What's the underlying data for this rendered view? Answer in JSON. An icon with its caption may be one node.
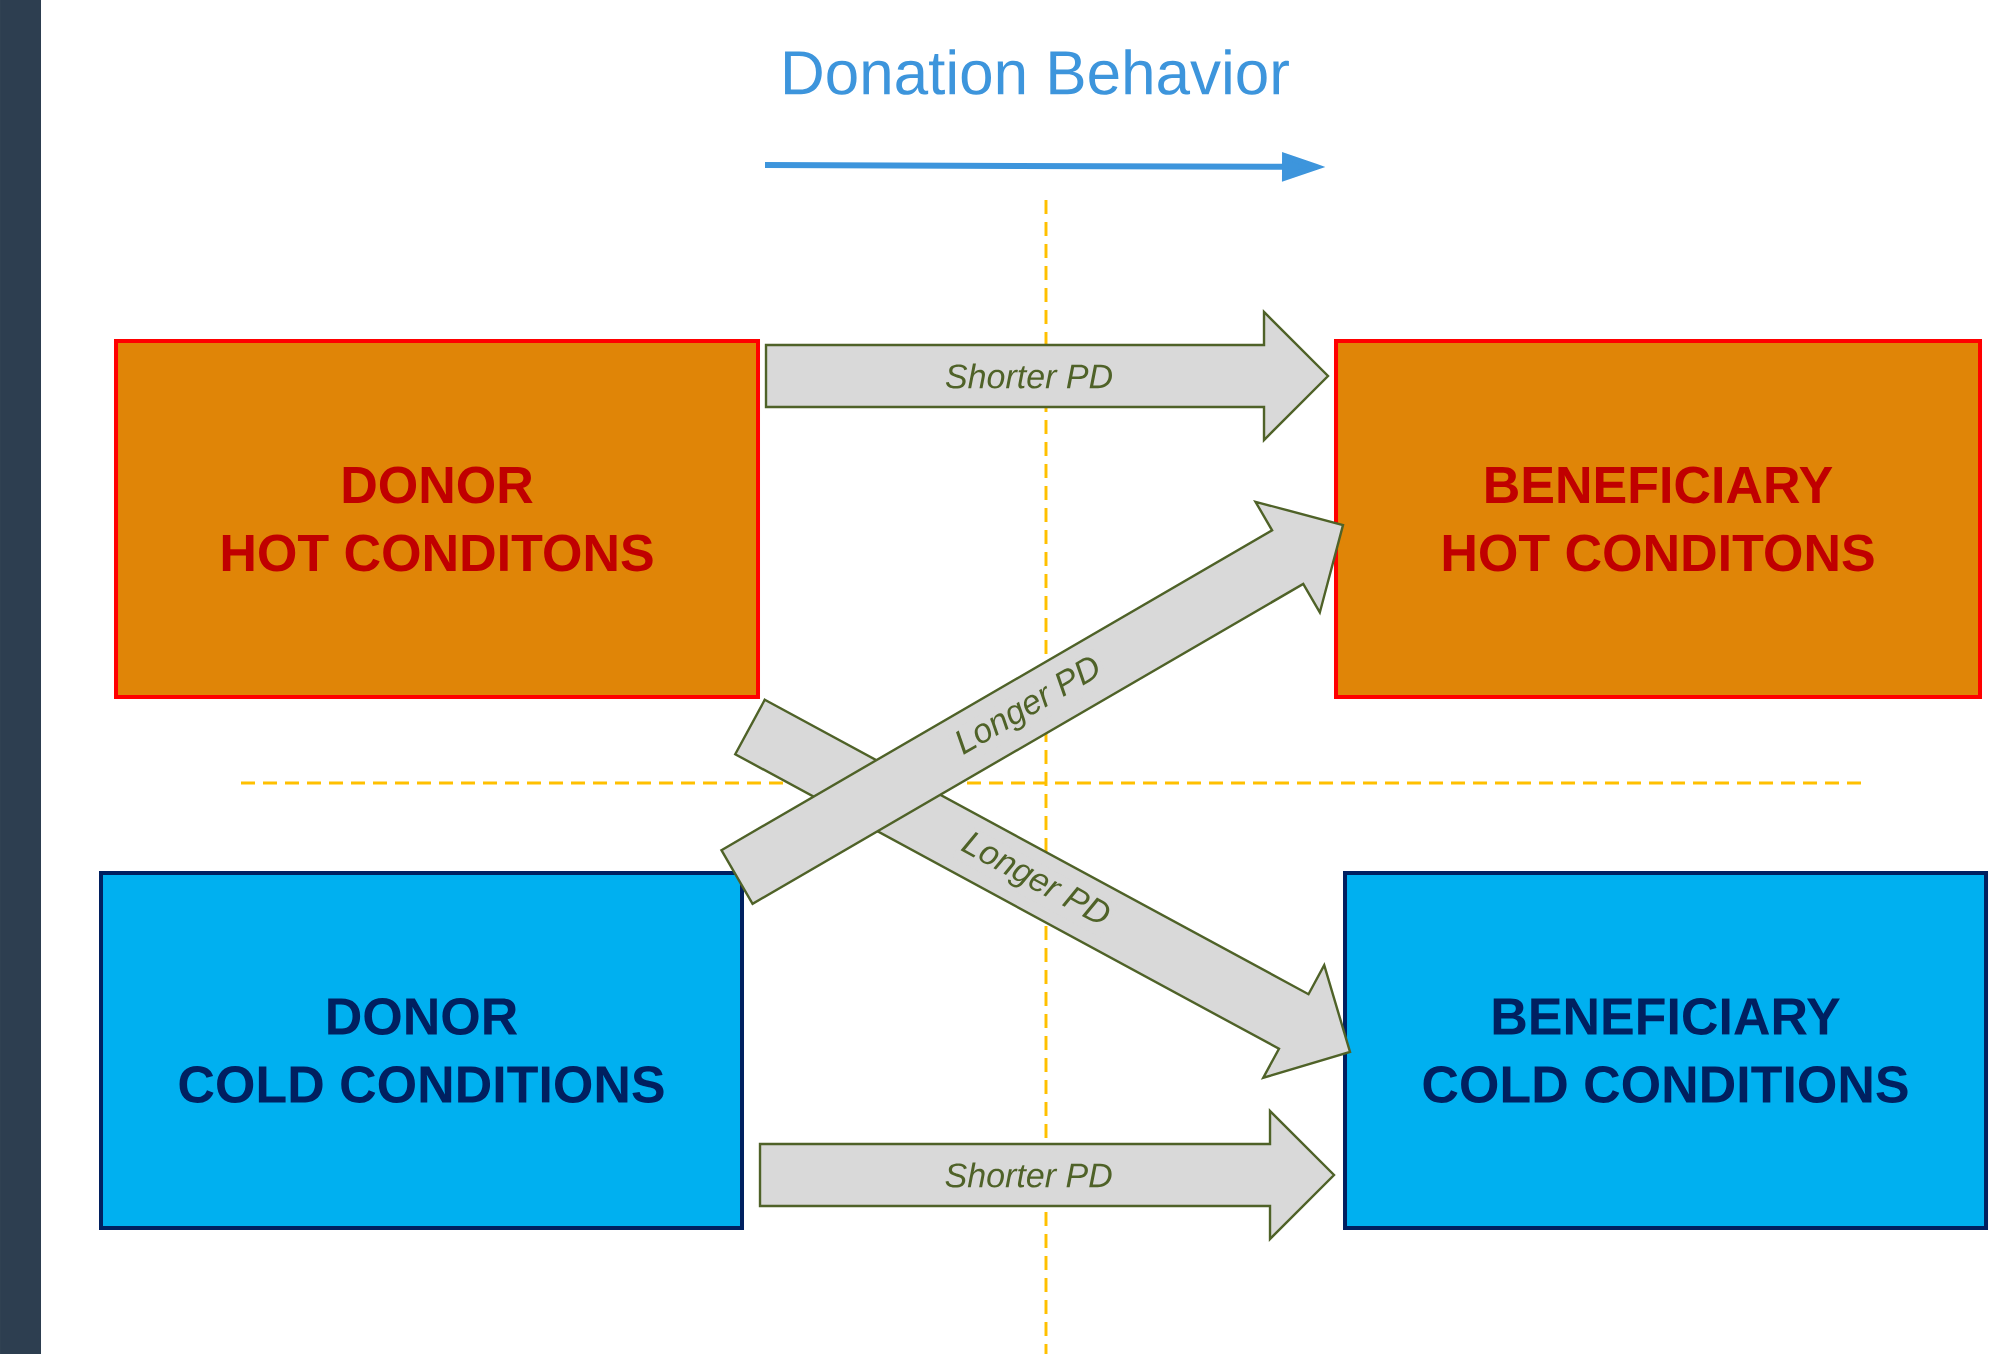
{
  "diagram": {
    "title": "Donation Behavior",
    "nodes": [
      {
        "text": [
          "DONOR",
          "HOT CONDITONS"
        ]
      },
      {
        "text": [
          "BENEFICIARY",
          "HOT CONDITONS"
        ]
      },
      {
        "text": [
          "DONOR",
          "COLD CONDITIONS"
        ]
      },
      {
        "text": [
          "BENEFICIARY",
          "COLD CONDITIONS"
        ]
      }
    ],
    "edges": [
      {
        "from": 0,
        "to": 1,
        "arrow": "to",
        "label": "Shorter PD"
      },
      {
        "from": 0,
        "to": 3,
        "arrow": "to",
        "label": "Longer PD"
      },
      {
        "from": 2,
        "to": 1,
        "arrow": "to",
        "label": "Longer PD"
      },
      {
        "from": 2,
        "to": 3,
        "arrow": "to",
        "label": "Shorter PD"
      }
    ]
  }
}
